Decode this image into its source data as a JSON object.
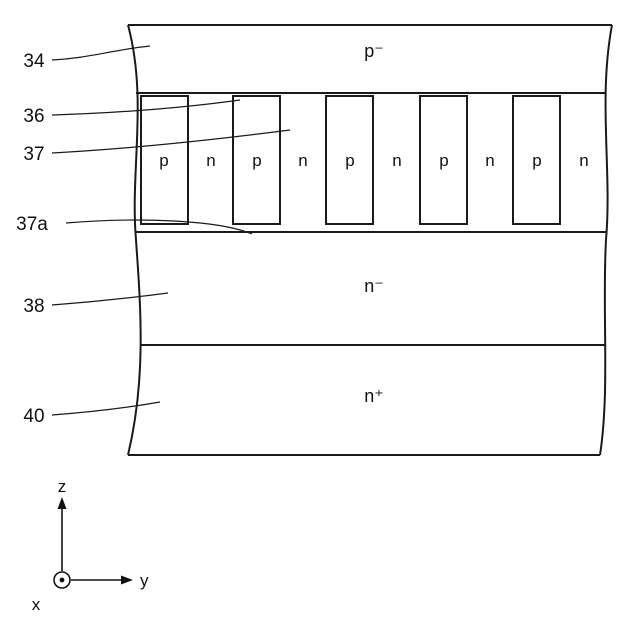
{
  "refs": {
    "r34": "34",
    "r36": "36",
    "r37": "37",
    "r37a": "37a",
    "r38": "38",
    "r40": "40"
  },
  "layers": {
    "top_layer": "p⁻",
    "drift_layer": "n⁻",
    "substrate_layer": "n⁺"
  },
  "columns": [
    "p",
    "n",
    "p",
    "n",
    "p",
    "n",
    "p",
    "n",
    "p",
    "n"
  ],
  "axes": {
    "vertical": "z",
    "horizontal": "y",
    "out_of_plane": "x"
  },
  "colors": {
    "line": "#1a1a1a",
    "background": "#ffffff"
  }
}
